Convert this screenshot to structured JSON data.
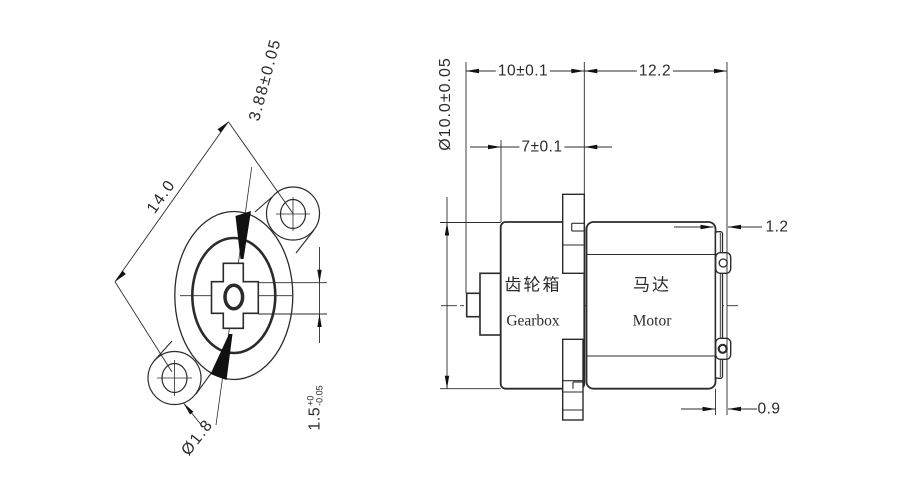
{
  "drawing": {
    "type": "gear-motor engineering drawing",
    "front_view": {
      "dimensions": {
        "flat_width": "3.88±0.05",
        "mount_hole_spacing": "14.0",
        "mount_hole_diameter": "Ø1.8",
        "slot_width": {
          "value": "1.5",
          "tol_upper": "+0",
          "tol_lower": "-0.05"
        }
      }
    },
    "side_view": {
      "dimensions": {
        "body_diameter": "Ø10.0±0.05",
        "gearbox_overall_length": "10±0.1",
        "motor_length": "12.2",
        "gearbox_case_length": "7±0.1",
        "endcap_offset": "1.2",
        "terminal_offset": "0.9"
      },
      "labels": {
        "gearbox_cn": "齿轮箱",
        "gearbox_en": "Gearbox",
        "motor_cn": "马达",
        "motor_en": "Motor"
      }
    },
    "colors": {
      "line": "#2b2b2b",
      "background": "#ffffff"
    }
  }
}
